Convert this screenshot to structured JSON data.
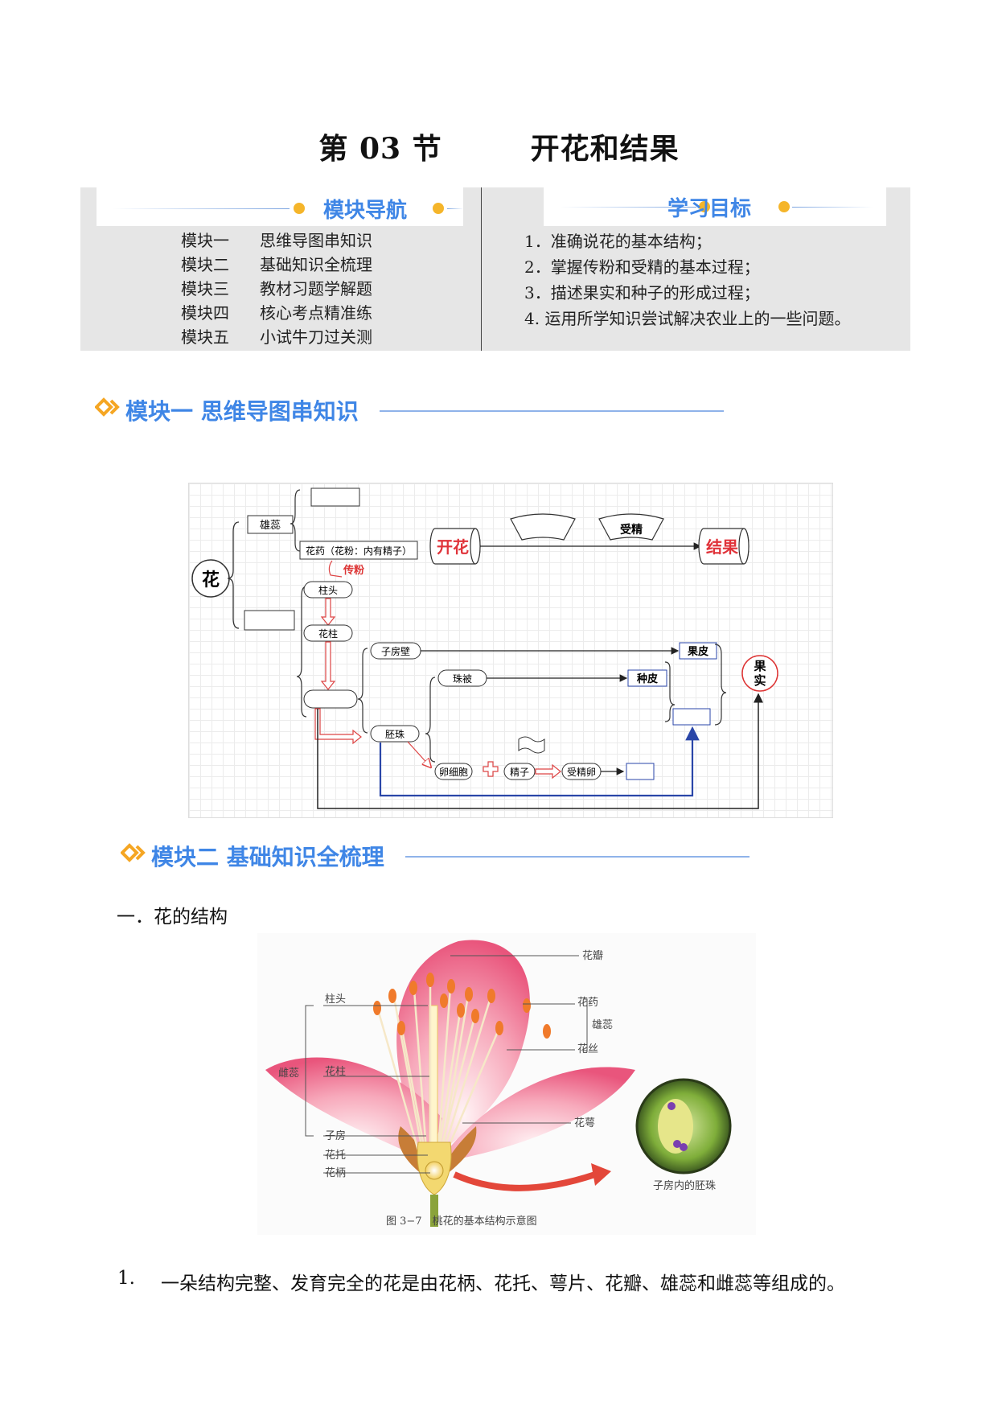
{
  "title": {
    "section": "第 03 节",
    "name": "开花和结果"
  },
  "nav": {
    "header": "模块导航",
    "items": [
      {
        "num": "模块一",
        "label": "思维导图串知识"
      },
      {
        "num": "模块二",
        "label": "基础知识全梳理"
      },
      {
        "num": "模块三",
        "label": "教材习题学解题"
      },
      {
        "num": "模块四",
        "label": "核心考点精准练"
      },
      {
        "num": "模块五",
        "label": "小试牛刀过关测"
      }
    ]
  },
  "goals": {
    "header": "学习目标",
    "items": [
      "1．准确说花的基本结构；",
      "2．掌握传粉和受精的基本过程；",
      "3．描述果实和种子的形成过程；",
      "4. 运用所学知识尝试解决农业上的一些问题。"
    ]
  },
  "module1": {
    "title": "模块一 思维导图串知识"
  },
  "mindmap": {
    "flower": "花",
    "stamen": "雄蕊",
    "anther": "花药（花粉：内有精子）",
    "pollination": "传粉",
    "stigma": "柱头",
    "style": "花柱",
    "flowering": "开花",
    "fertilization": "受精",
    "fruiting": "结果",
    "ovary_wall": "子房壁",
    "pericarp": "果皮",
    "fruit": "果实",
    "integument": "珠被",
    "seed_coat": "种皮",
    "ovule": "胚珠",
    "egg": "卵细胞",
    "sperm": "精子",
    "zygote": "受精卵"
  },
  "module2": {
    "title": "模块二 基础知识全梳理"
  },
  "section1": {
    "heading": "一．花的结构"
  },
  "figure": {
    "labels": {
      "petal": "花瓣",
      "anther": "花药",
      "stamen": "雄蕊",
      "filament": "花丝",
      "stigma": "柱头",
      "pistil": "雌蕊",
      "style": "花柱",
      "sepal": "花萼",
      "ovary": "子房",
      "receptacle": "花托",
      "pedicel": "花柄",
      "ovule_in_ovary": "子房内的胚珠"
    },
    "caption": "图 3−7　桃花的基本结构示意图"
  },
  "point1": {
    "num": "1.",
    "text": "一朵结构完整、发育完全的花是由花柄、花托、萼片、花瓣、雄蕊和雌蕊等组成的。"
  }
}
